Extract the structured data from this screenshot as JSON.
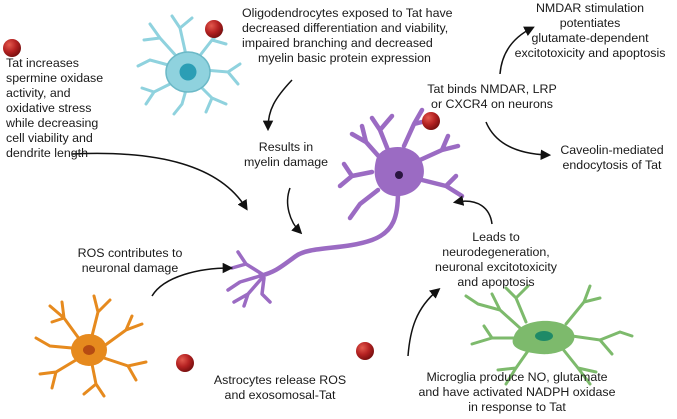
{
  "labels": {
    "oligo": [
      "Oligodendrocytes exposed to Tat have",
      "decreased differentiation and viability,",
      "impaired branching and  decreased",
      "myelin basic protein expression"
    ],
    "tat_spermine": [
      "Tat increases",
      "spermine oxidase",
      "activity, and",
      "oxidative stress",
      "while decreasing",
      "cell viability and",
      "dendrite length"
    ],
    "nmdar": [
      "NMDAR stimulation",
      "potentiates",
      "glutamate-dependent",
      "excitotoxicity and apoptosis"
    ],
    "tat_binds": [
      "Tat binds NMDAR, LRP",
      "or CXCR4 on neurons"
    ],
    "myelin_damage": [
      "Results in",
      "myelin damage"
    ],
    "caveolin": [
      "Caveolin-mediated",
      "endocytosis of Tat"
    ],
    "leads_to": [
      "Leads to",
      "neurodegeneration,",
      "neuronal excitotoxicity",
      "and apoptosis"
    ],
    "ros": [
      "ROS contributes to",
      "neuronal damage"
    ],
    "astrocytes": [
      "Astrocytes release ROS",
      "and exosomosal-Tat"
    ],
    "microglia": [
      "Microglia produce NO, glutamate",
      "and have activated NADPH oxidase",
      "in response to Tat"
    ]
  },
  "colors": {
    "tat_particle": "#b52222",
    "neuron": "#9b6bc3",
    "oligodendrocyte": "#8fd2de",
    "astrocyte": "#e68a1e",
    "microglia": "#7dba6c",
    "arrow": "#111111"
  },
  "icons": {
    "cell_types": [
      "oligodendrocyte-icon",
      "neuron-icon",
      "astrocyte-icon",
      "microglia-icon"
    ],
    "particle": "tat-particle-icon"
  }
}
